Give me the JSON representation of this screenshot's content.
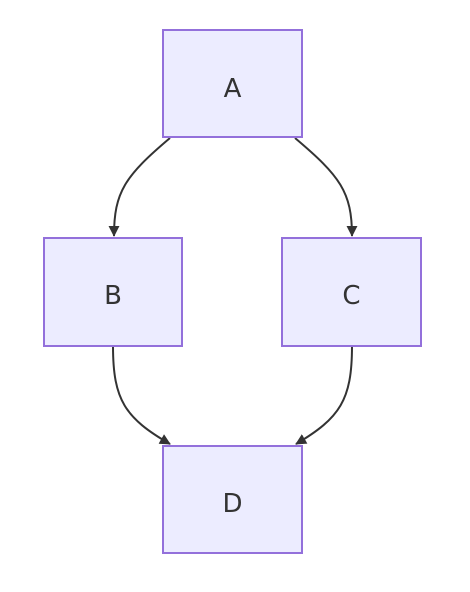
{
  "diagram": {
    "type": "flowchart",
    "direction": "top-down",
    "colors": {
      "node_fill": "#ececff",
      "node_stroke": "#9370db",
      "edge": "#333333",
      "text": "#333333"
    },
    "nodes": [
      {
        "id": "A",
        "label": "A"
      },
      {
        "id": "B",
        "label": "B"
      },
      {
        "id": "C",
        "label": "C"
      },
      {
        "id": "D",
        "label": "D"
      }
    ],
    "edges": [
      {
        "from": "A",
        "to": "B"
      },
      {
        "from": "A",
        "to": "C"
      },
      {
        "from": "B",
        "to": "D"
      },
      {
        "from": "C",
        "to": "D"
      }
    ]
  }
}
